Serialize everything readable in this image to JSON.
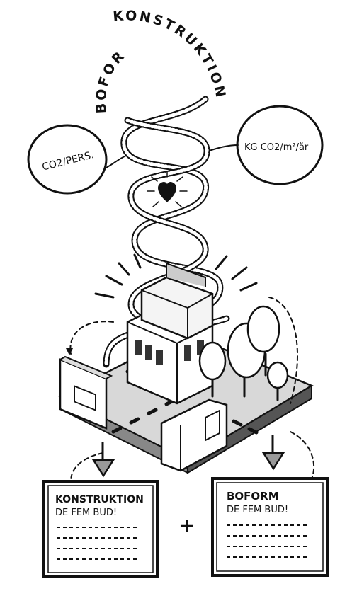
{
  "curve_title": {
    "left": "BOFORM",
    "right": "KONSTRUKTION"
  },
  "bubbles": {
    "left": "CO2/PERS.",
    "right": "KG CO2/m²/år"
  },
  "boxes": {
    "left": {
      "title": "KONSTRUKTION",
      "subtitle": "DE FEM BUD!"
    },
    "right": {
      "title": "BOFORM",
      "subtitle": "DE FEM BUD!"
    }
  },
  "plus_sign": "+",
  "icons": {
    "heart": "heart-icon",
    "arrows": "down-arrow-icon",
    "building": "building-block-icon",
    "trees": "tree-icon"
  },
  "colors": {
    "ink": "#111111",
    "paper": "#ffffff"
  }
}
